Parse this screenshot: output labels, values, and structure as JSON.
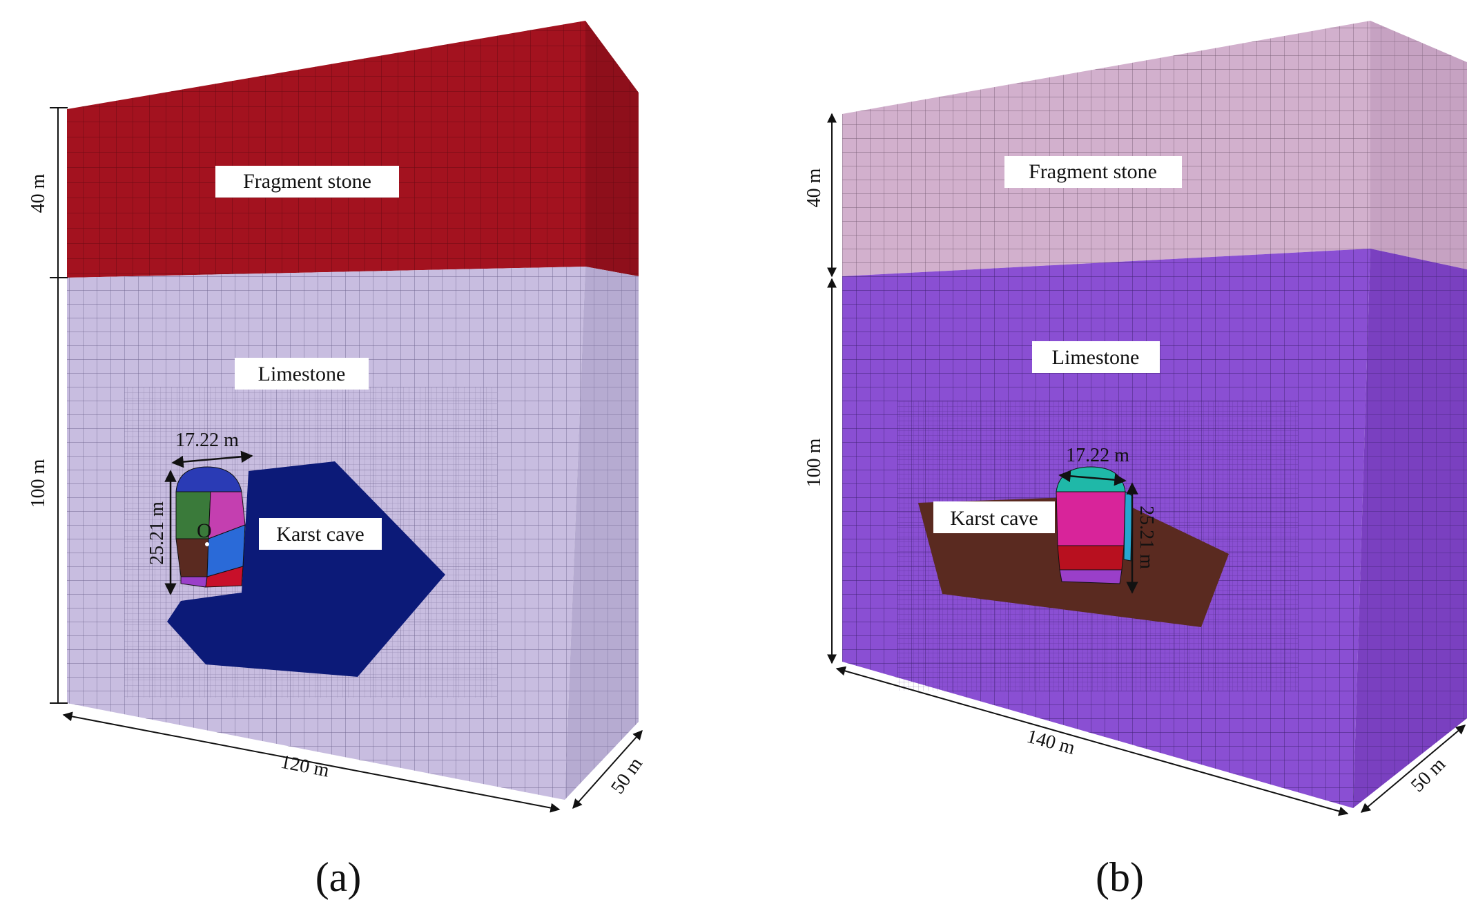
{
  "panels": [
    {
      "id": "a",
      "caption": "(a)",
      "layers": {
        "top": {
          "label": "Fragment stone",
          "color": "#a3121f",
          "grid": "#5a0810"
        },
        "bottom": {
          "label": "Limestone",
          "color": "#c8bde0",
          "grid": "#6f6590"
        }
      },
      "cave": {
        "label": "Karst cave",
        "color": "#0c1a78"
      },
      "tunnel": {
        "width_label": "17.22 m",
        "height_label": "25.21 m",
        "center_label": "O"
      },
      "dimensions": {
        "top_height": "40 m",
        "bottom_height": "100 m",
        "width": "120 m",
        "depth": "50 m"
      }
    },
    {
      "id": "b",
      "caption": "(b)",
      "layers": {
        "top": {
          "label": "Fragment stone",
          "color": "#d2b0cd",
          "grid": "#7a5f78"
        },
        "bottom": {
          "label": "Limestone",
          "color": "#8a4fd3",
          "grid": "#3e2270"
        }
      },
      "cave": {
        "label": "Karst cave",
        "color": "#5a2a20"
      },
      "tunnel": {
        "width_label": "17.22 m",
        "height_label": "25.21 m"
      },
      "dimensions": {
        "top_height": "40 m",
        "bottom_height": "100 m",
        "width": "140 m",
        "depth": "50 m"
      }
    }
  ]
}
